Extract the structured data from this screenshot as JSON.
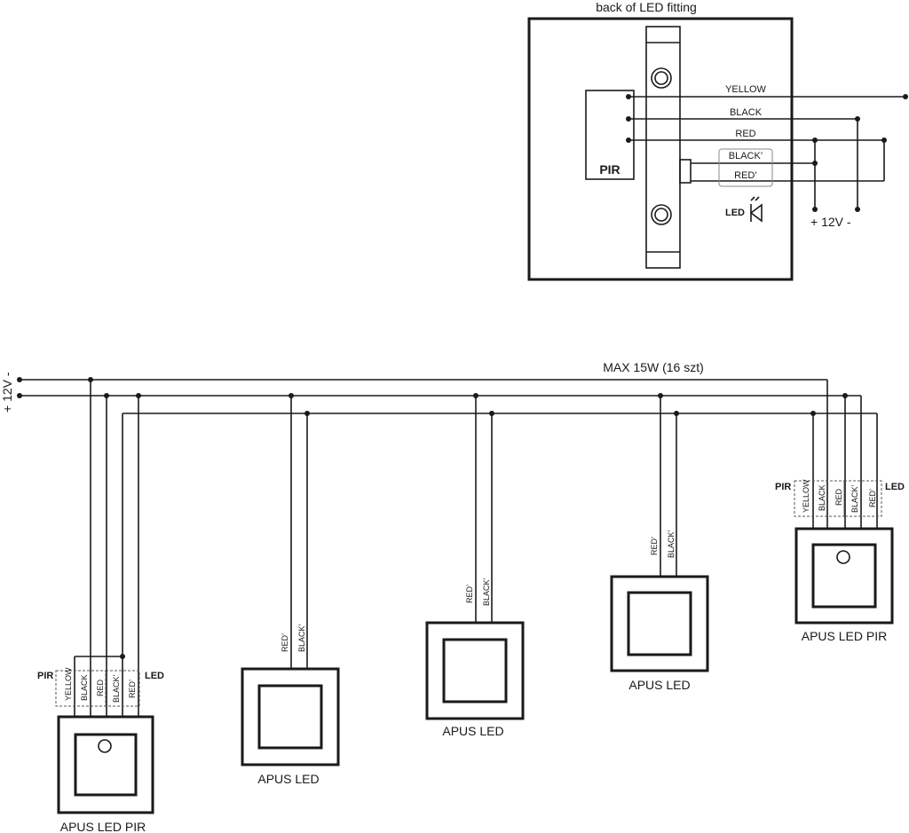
{
  "fitting_caption": "back of LED fitting",
  "fitting_wires": [
    "YELLOW",
    "BLACK",
    "RED",
    "BLACK’",
    "RED’"
  ],
  "pir_label": "PIR",
  "led_label": "LED",
  "supply_label_top": "+ 12V -",
  "supply_label_left": "+ 12V -",
  "max_label": "MAX 15W (16 szt)",
  "pir_group_wires": [
    "YELLOW",
    "BLACK",
    "RED",
    "BLACK’",
    "RED’"
  ],
  "led_wires": [
    "RED’",
    "BLACK’"
  ],
  "units": [
    {
      "label": "APUS LED PIR"
    },
    {
      "label": "APUS LED"
    },
    {
      "label": "APUS LED"
    },
    {
      "label": "APUS LED"
    },
    {
      "label": "APUS LED PIR"
    }
  ]
}
